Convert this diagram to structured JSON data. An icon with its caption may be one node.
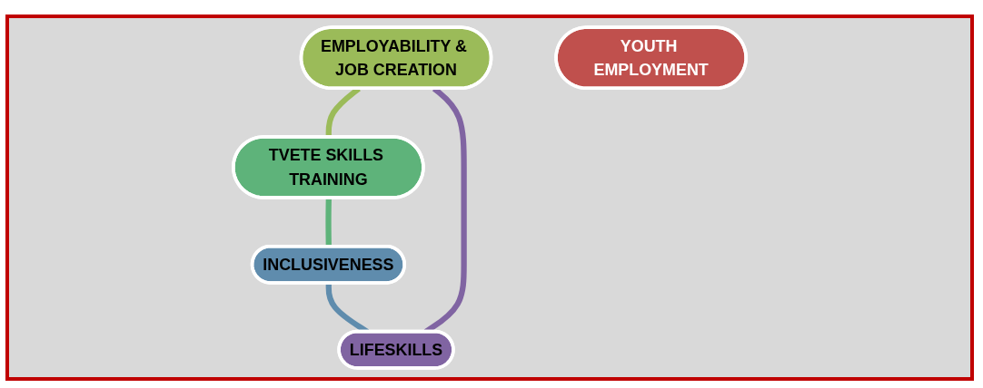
{
  "diagram": {
    "nodes": [
      {
        "text": [
          "EMPLOYABILITY & JOB CREATION"
        ]
      },
      {
        "text": [
          "LIFESKILLS"
        ]
      },
      {
        "text": [
          "YOUTH EMPLOYMENT"
        ]
      },
      {
        "text": [
          "TVETE SKILLS TRAINING"
        ]
      },
      {
        "text": [
          "INCLUSIVENESS"
        ]
      }
    ],
    "edges": [
      {
        "from": 0,
        "to": 3,
        "arrow": "none",
        "color": "#9bbb59"
      },
      {
        "from": 3,
        "to": 4,
        "arrow": "none",
        "color": "#5eb37a"
      },
      {
        "from": 4,
        "to": 1,
        "arrow": "none",
        "color": "#5f8cad"
      },
      {
        "from": 1,
        "to": 0,
        "arrow": "none",
        "color": "#8064a2"
      }
    ]
  }
}
